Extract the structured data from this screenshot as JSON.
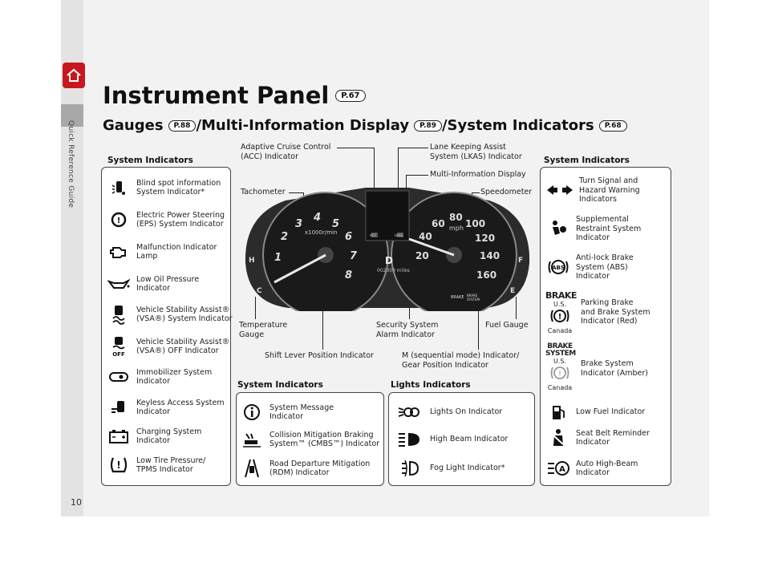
{
  "sidebar": {
    "label": "Quick Reference Guide",
    "page_number": "10"
  },
  "title": {
    "text": "Instrument Panel",
    "ref": "P.67"
  },
  "subtitle": {
    "gauges": "Gauges",
    "gauges_ref": "P.88",
    "mid": "/Multi-Information Display",
    "mid_ref": "P.89",
    "sys": "/System Indicators",
    "sys_ref": "P.68"
  },
  "left_panel": {
    "title": "System Indicators",
    "items": [
      {
        "label": "Blind spot information\nSystem Indicator*",
        "icon": "blind-spot-icon"
      },
      {
        "label": "Electric Power Steering\n(EPS) System Indicator",
        "icon": "eps-icon"
      },
      {
        "label": "Malfunction Indicator\nLamp",
        "icon": "engine-icon"
      },
      {
        "label": "Low Oil Pressure\nIndicator",
        "icon": "oil-can-icon"
      },
      {
        "label": "Vehicle Stability Assist®\n(VSA®) System Indicator",
        "icon": "vsa-icon"
      },
      {
        "label": "Vehicle Stability Assist®\n(VSA®) OFF Indicator",
        "icon": "vsa-off-icon"
      },
      {
        "label": "Immobilizer System\nIndicator",
        "icon": "key-icon"
      },
      {
        "label": "Keyless Access System\nIndicator",
        "icon": "keyless-icon"
      },
      {
        "label": "Charging System\nIndicator",
        "icon": "battery-icon"
      },
      {
        "label": "Low Tire Pressure/\nTPMS Indicator",
        "icon": "tire-pressure-icon"
      }
    ]
  },
  "right_panel": {
    "title": "System Indicators",
    "items": [
      {
        "label": "Turn Signal and\nHazard Warning\nIndicators",
        "icon": "turn-signal-icon"
      },
      {
        "label": "Supplemental\nRestraint System\nIndicator",
        "icon": "airbag-icon"
      },
      {
        "label": "Anti-lock Brake\nSystem (ABS)\nIndicator",
        "icon": "abs-icon"
      },
      {
        "label": "Parking Brake\nand Brake System\nIndicator (Red)",
        "icon": "brake-red-icon"
      },
      {
        "label": "Brake System\nIndicator (Amber)",
        "icon": "brake-amber-icon"
      },
      {
        "label": "Low Fuel Indicator",
        "icon": "fuel-pump-icon"
      },
      {
        "label": "Seat Belt Reminder\nIndicator",
        "icon": "seatbelt-icon"
      },
      {
        "label": "Auto High-Beam\nIndicator",
        "icon": "auto-high-beam-icon"
      }
    ],
    "brake_text": "BRAKE",
    "brake_system_text": "BRAKE\nSYSTEM",
    "us": "U.S.",
    "canada": "Canada"
  },
  "bottom_sys_panel": {
    "title": "System Indicators",
    "items": [
      {
        "label": "System Message\nIndicator",
        "icon": "info-icon"
      },
      {
        "label": "Collision Mitigation Braking\nSystem™ (CMBS™) Indicator",
        "icon": "cmbs-icon"
      },
      {
        "label": "Road Departure Mitigation\n(RDM) Indicator",
        "icon": "rdm-icon"
      }
    ]
  },
  "lights_panel": {
    "title": "Lights Indicators",
    "items": [
      {
        "label": "Lights On Indicator",
        "icon": "lights-on-icon"
      },
      {
        "label": "High Beam Indicator",
        "icon": "high-beam-icon"
      },
      {
        "label": "Fog Light Indicator*",
        "icon": "fog-light-icon"
      }
    ]
  },
  "callouts": {
    "acc": "Adaptive Cruise Control\n(ACC) Indicator",
    "lkas": "Lane Keeping Assist\nSystem (LKAS) Indicator",
    "mid": "Multi-Information Display",
    "tachometer": "Tachometer",
    "speedometer": "Speedometer",
    "temperature": "Temperature\nGauge",
    "security": "Security System\nAlarm Indicator",
    "fuel": "Fuel Gauge",
    "shift": "Shift Lever Position Indicator",
    "m_mode": "M (sequential mode) Indicator/\nGear Position Indicator"
  },
  "cluster": {
    "tach_label": "x1000r/min",
    "tach_ticks": [
      "1",
      "2",
      "3",
      "4",
      "5",
      "6",
      "7",
      "8"
    ],
    "speed_unit": "mph",
    "speed_ticks": [
      "20",
      "40",
      "60",
      "80",
      "100",
      "120",
      "140",
      "160"
    ],
    "odometer": "002300 miles",
    "gear": "D",
    "temp_h": "H",
    "temp_c": "C",
    "fuel_f": "F",
    "fuel_e": "E",
    "acc_tag": "ACC",
    "lkas_tag": "LKAS",
    "brake_tag": "BRAKE",
    "brake_sys_tag": "BRAKE SYSTEM"
  },
  "colors": {
    "home": "#c8171e",
    "panel_bg": "#f2f2f2",
    "cluster_dark": "#2b2b2b"
  }
}
